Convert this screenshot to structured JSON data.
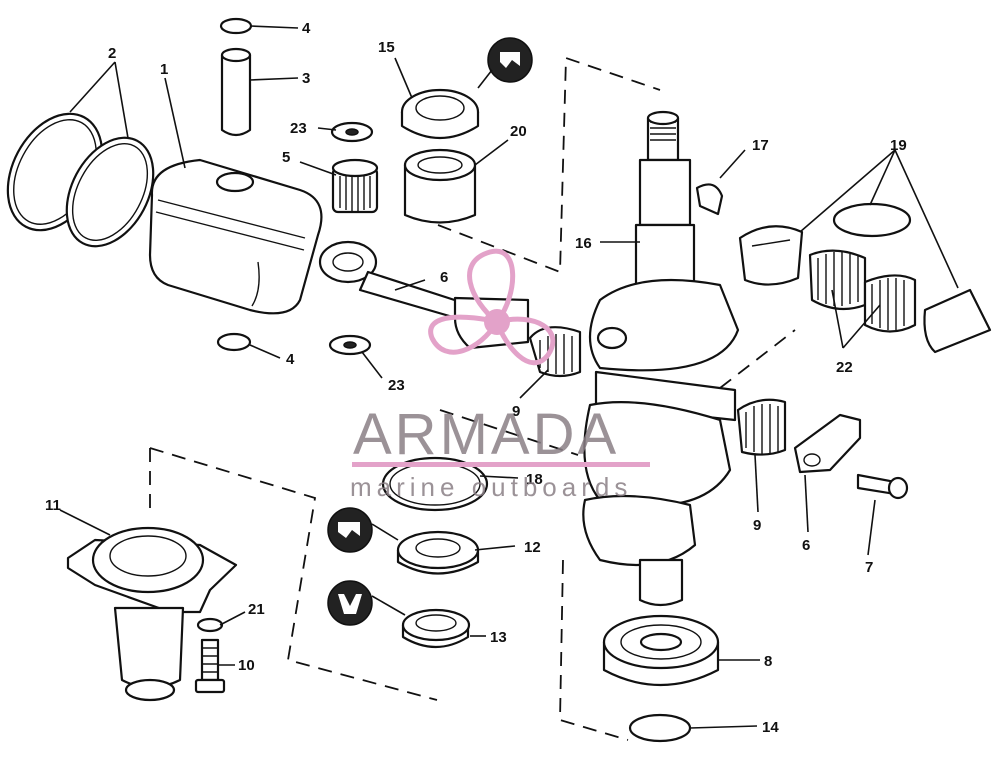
{
  "watermark": {
    "brand": "ARMADA",
    "tagline": "marine outboards",
    "accent_color": "#e3a2c9"
  },
  "callouts": {
    "c1": "1",
    "c2": "2",
    "c3": "3",
    "c4_top": "4",
    "c4_bottom": "4",
    "c5": "5",
    "c6_rod": "6",
    "c6_cap": "6",
    "c7": "7",
    "c8": "8",
    "c9_left": "9",
    "c9_right": "9",
    "c10": "10",
    "c11": "11",
    "c12": "12",
    "c13": "13",
    "c14": "14",
    "c15": "15",
    "c16": "16",
    "c17": "17",
    "c18": "18",
    "c19": "19",
    "c20": "20",
    "c21": "21",
    "c22": "22",
    "c23_top": "23",
    "c23_bottom": "23"
  },
  "icons": [
    "seal-lip-icon",
    "seal-lip-icon",
    "seal-lip-icon"
  ]
}
